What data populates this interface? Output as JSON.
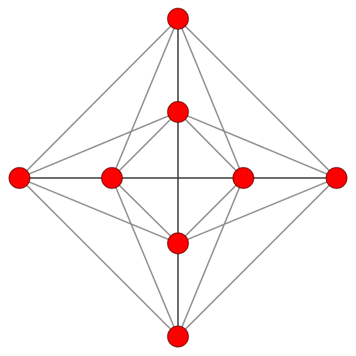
{
  "graph": {
    "colors": {
      "node_fill": "#ff0000",
      "node_stroke": "#6b0000",
      "edge_gray": "#8a8a8a",
      "edge_dark": "#3a3a3a",
      "background": "#ffffff"
    },
    "nodes": [
      {
        "id": "outer-top",
        "group": "outer"
      },
      {
        "id": "outer-left",
        "group": "outer"
      },
      {
        "id": "outer-right",
        "group": "outer"
      },
      {
        "id": "outer-bottom",
        "group": "outer"
      },
      {
        "id": "inner-top",
        "group": "inner"
      },
      {
        "id": "inner-left",
        "group": "inner"
      },
      {
        "id": "inner-right",
        "group": "inner"
      },
      {
        "id": "inner-bottom",
        "group": "inner"
      }
    ],
    "edges": [
      {
        "from": "outer-top",
        "to": "outer-bottom",
        "tone": "dark"
      },
      {
        "from": "outer-left",
        "to": "outer-right",
        "tone": "dark"
      },
      {
        "from": "outer-top",
        "to": "outer-left",
        "tone": "gray"
      },
      {
        "from": "outer-top",
        "to": "outer-right",
        "tone": "gray"
      },
      {
        "from": "outer-bottom",
        "to": "outer-left",
        "tone": "gray"
      },
      {
        "from": "outer-bottom",
        "to": "outer-right",
        "tone": "gray"
      },
      {
        "from": "outer-top",
        "to": "inner-left",
        "tone": "gray"
      },
      {
        "from": "outer-top",
        "to": "inner-right",
        "tone": "gray"
      },
      {
        "from": "outer-bottom",
        "to": "inner-left",
        "tone": "gray"
      },
      {
        "from": "outer-bottom",
        "to": "inner-right",
        "tone": "gray"
      },
      {
        "from": "outer-left",
        "to": "inner-top",
        "tone": "gray"
      },
      {
        "from": "outer-left",
        "to": "inner-bottom",
        "tone": "gray"
      },
      {
        "from": "outer-right",
        "to": "inner-top",
        "tone": "gray"
      },
      {
        "from": "outer-right",
        "to": "inner-bottom",
        "tone": "gray"
      },
      {
        "from": "inner-top",
        "to": "inner-left",
        "tone": "gray"
      },
      {
        "from": "inner-top",
        "to": "inner-right",
        "tone": "gray"
      },
      {
        "from": "inner-bottom",
        "to": "inner-left",
        "tone": "gray"
      },
      {
        "from": "inner-bottom",
        "to": "inner-right",
        "tone": "gray"
      }
    ]
  }
}
